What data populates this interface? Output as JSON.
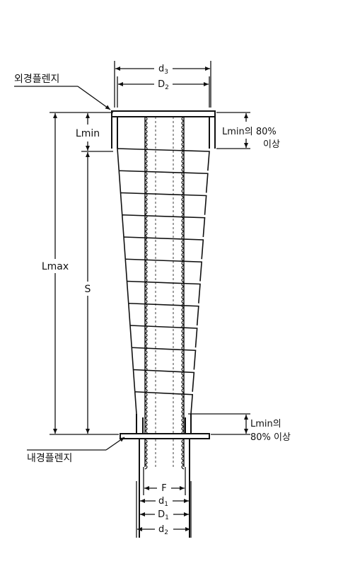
{
  "labels": {
    "outer_flange": "외경플렌지",
    "inner_flange": "내경플렌지",
    "lmax": "Lmax",
    "lmin_left": "Lmin",
    "stroke": "S",
    "lmin_top_right_1": "Lmin의 80%",
    "lmin_top_right_2": "이상",
    "lmin_bottom_right_1": "Lmin의",
    "lmin_bottom_right_2": "80% 이상"
  },
  "dimensions": {
    "d3": {
      "base": "d",
      "sub": "3"
    },
    "D2": {
      "base": "D",
      "sub": "2"
    },
    "F": "F",
    "d1": {
      "base": "d",
      "sub": "1"
    },
    "D1": {
      "base": "D",
      "sub": "1"
    },
    "d2": {
      "base": "d",
      "sub": "2"
    }
  },
  "colors": {
    "line": "#111111",
    "background": "#ffffff"
  },
  "telescope": {
    "stages": 12
  }
}
